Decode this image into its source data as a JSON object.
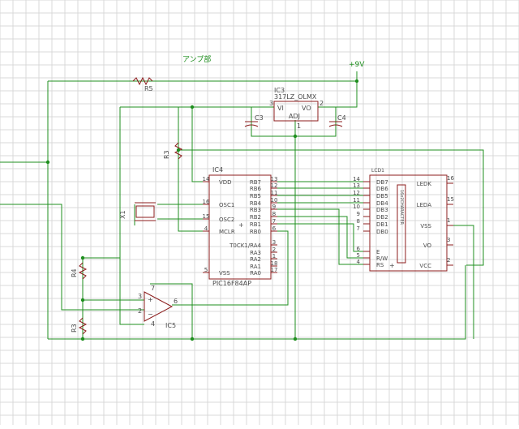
{
  "colors": {
    "background": "#ffffff",
    "grid": "#d9d9d9",
    "wire": "#1f8f1f",
    "part": "#8c1c1c",
    "label": "#4a4a4a"
  },
  "labels": {
    "section_title": "アンプ部",
    "power_label": "+9V",
    "r5": "R5",
    "r3_top": "R3",
    "r4": "R4",
    "r3_bottom": "R3",
    "c3": "C3",
    "c4": "C4",
    "osc": "X1"
  },
  "regulator": {
    "name": "IC3",
    "part": "317LZ_OLMX",
    "vi": "VI",
    "vo": "VO",
    "adj": "ADJ",
    "pin_vi": "3",
    "pin_vo": "2",
    "pin_adj": "1"
  },
  "pic": {
    "name": "IC4",
    "part": "PIC16F84AP",
    "left_pins": [
      {
        "num": "14",
        "name": "VDD"
      },
      {
        "num": "16",
        "name": "OSC1"
      },
      {
        "num": "15",
        "name": "OSC2"
      },
      {
        "num": "4",
        "name": "MCLR"
      },
      {
        "num": "5",
        "name": "VSS"
      }
    ],
    "right_pins": [
      {
        "num": "13",
        "name": "RB7"
      },
      {
        "num": "12",
        "name": "RB6"
      },
      {
        "num": "11",
        "name": "RB5"
      },
      {
        "num": "10",
        "name": "RB4"
      },
      {
        "num": "9",
        "name": "RB3"
      },
      {
        "num": "8",
        "name": "RB2"
      },
      {
        "num": "7",
        "name": "RB1"
      },
      {
        "num": "6",
        "name": "RB0"
      },
      {
        "num": "3",
        "name": "T0CK1/RA4"
      },
      {
        "num": "2",
        "name": "RA3"
      },
      {
        "num": "1",
        "name": "RA2"
      },
      {
        "num": "18",
        "name": "RA1"
      },
      {
        "num": "17",
        "name": "RA0"
      }
    ]
  },
  "lcd": {
    "name": "LCD1",
    "left_pins": [
      {
        "num": "14",
        "name": "DB7"
      },
      {
        "num": "13",
        "name": "DB6"
      },
      {
        "num": "12",
        "name": "DB5"
      },
      {
        "num": "11",
        "name": "DB4"
      },
      {
        "num": "10",
        "name": "DB3"
      },
      {
        "num": "9",
        "name": "DB2"
      },
      {
        "num": "8",
        "name": "DB1"
      },
      {
        "num": "7",
        "name": "DB0"
      },
      {
        "num": "6",
        "name": "E"
      },
      {
        "num": "5",
        "name": "R/W"
      },
      {
        "num": "4",
        "name": "RS"
      }
    ],
    "right_pins": [
      {
        "num": "16",
        "name": "LEDK"
      },
      {
        "num": "15",
        "name": "LEDA"
      },
      {
        "num": "1",
        "name": "VSS"
      },
      {
        "num": "3",
        "name": "VO"
      },
      {
        "num": "2",
        "name": "VCC"
      }
    ],
    "vertical_text": "16x2CHARACTER"
  },
  "opamp": {
    "name": "IC5",
    "pin_in_plus": "3",
    "pin_in_minus": "2",
    "pin_out": "6",
    "pin_top": "7",
    "pin_bottom": "4"
  }
}
